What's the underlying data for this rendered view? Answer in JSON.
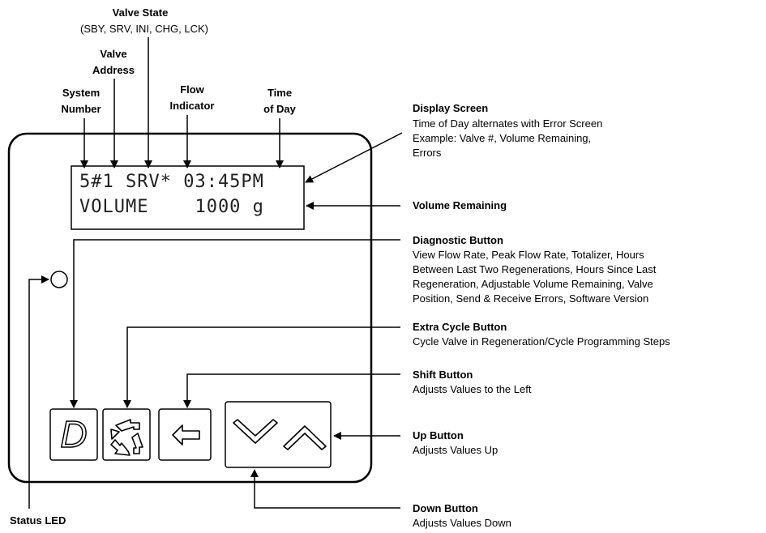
{
  "top_labels": {
    "valve_state_title": "Valve State",
    "valve_state_sub": "(SBY, SRV, INI, CHG, LCK)",
    "valve_address_1": "Valve",
    "valve_address_2": "Address",
    "system_number_1": "System",
    "system_number_2": "Number",
    "flow_indicator_1": "Flow",
    "flow_indicator_2": "Indicator",
    "time_of_day_1": "Time",
    "time_of_day_2": "of Day"
  },
  "display": {
    "line1": "5#1 SRV* 03:45PM",
    "line2": "VOLUME    1000 g"
  },
  "callouts": {
    "display_screen": {
      "title": "Display Screen",
      "desc_lines": [
        "Time of Day alternates with Error Screen",
        "Example: Valve #, Volume Remaining,",
        "Errors"
      ]
    },
    "volume_remaining": {
      "title": "Volume Remaining"
    },
    "diagnostic": {
      "title": "Diagnostic Button",
      "desc_lines": [
        "View Flow Rate, Peak Flow Rate, Totalizer, Hours",
        "Between Last Two Regenerations, Hours Since Last",
        "Regeneration, Adjustable Volume Remaining, Valve",
        "Position, Send & Receive Errors, Software Version"
      ]
    },
    "extra_cycle": {
      "title": "Extra Cycle Button",
      "desc_lines": [
        "Cycle Valve in Regeneration/Cycle Programming Steps"
      ]
    },
    "shift": {
      "title": "Shift Button",
      "desc_lines": [
        "Adjusts Values to the Left"
      ]
    },
    "up": {
      "title": "Up Button",
      "desc_lines": [
        "Adjusts Values Up"
      ]
    },
    "down": {
      "title": "Down Button",
      "desc_lines": [
        "Adjusts Values Down"
      ]
    },
    "status_led": {
      "title": "Status LED"
    }
  },
  "buttons": {
    "diagnostic_letter": "D"
  }
}
